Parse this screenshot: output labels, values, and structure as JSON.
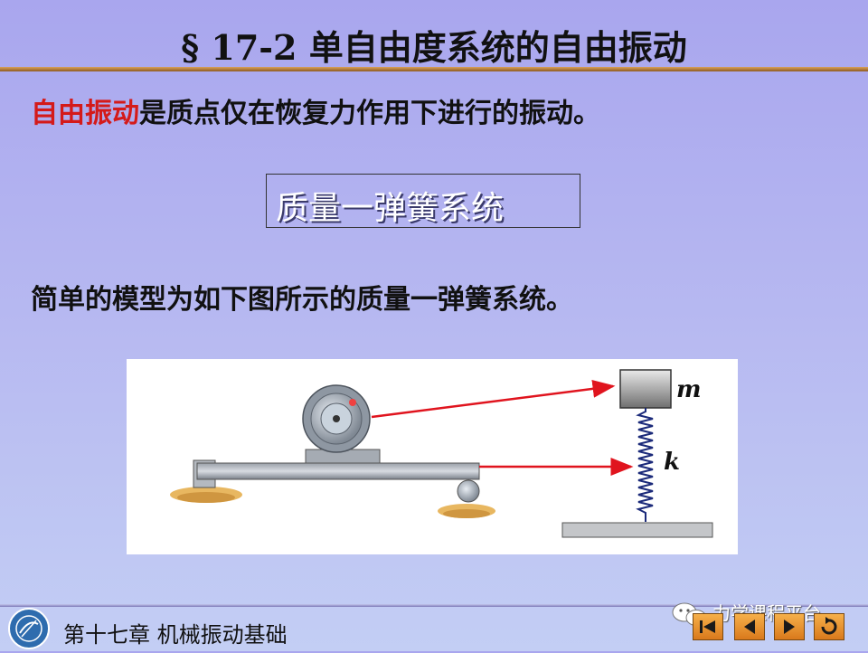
{
  "slide": {
    "title": "§ 17-2  单自由度系统的自由振动",
    "definition_term": "自由振动",
    "definition_rest": "是质点仅在恢复力作用下进行的振动。",
    "box_label": "质量一弹簧系统",
    "description": "简单的模型为如下图所示的质量一弹簧系统。"
  },
  "figure": {
    "mass_label": "m",
    "spring_label": "k"
  },
  "footer": {
    "chapter": "第十七章  机械振动基础",
    "watermark": "力学课程平台"
  },
  "nav": {
    "icons": [
      "first-slide-icon",
      "previous-slide-icon",
      "next-slide-icon",
      "return-icon"
    ]
  },
  "colors": {
    "accent_red": "#d41a1a",
    "arrow_red": "#e0141e",
    "nav_orange": "#e8902e"
  }
}
